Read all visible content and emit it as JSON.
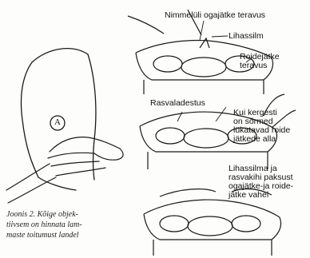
{
  "figure": {
    "marker_letter": "A",
    "caption": "Joonis 2. Kõige objek-\ntiivsem on hinnata lam-\nmaste toitumust landel",
    "labels": {
      "top_spine": "Nimmelüli ogajätke teravus",
      "top_muscle": "Lihassilm",
      "top_rib": "Roidejätke\nteravus",
      "mid_fat": "Rasvaladestus",
      "mid_fingers": "Kui kergesti\non sõrmed\nlükatavad roide\njätkede alla",
      "bottom_text": "Lihassilma ja\nrasvakihi paksust\nogajätke-ja roide-\njätke vahel"
    }
  }
}
